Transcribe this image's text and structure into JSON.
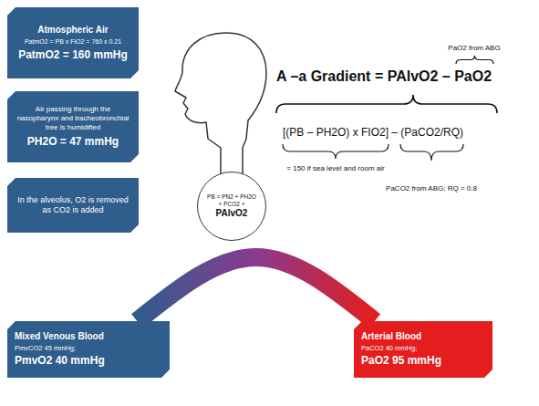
{
  "diagram": {
    "nodes": [
      {
        "text": [
          "Atmospheric Air",
          "PatmO2 = PB x FiO2 = 760 x 0.21",
          "PatmO2 = 160 mmHg"
        ]
      },
      {
        "text": [
          "Air passing through the nasopharynx and tracheobronchial tree is humidified",
          "PH2O = 47 mmHg"
        ]
      },
      {
        "text": [
          "In the alveolus, O2 is removed as CO2 is added"
        ]
      },
      {
        "text": [
          "PB = PN2 + PH2O + PCO2 +",
          "PAlvO2"
        ]
      },
      {
        "text": [
          "Mixed Venous Blood",
          "PmvCO2 45 mmHg;",
          "PmvO2 40 mmHg"
        ]
      },
      {
        "text": [
          "Arterial Blood",
          "PaCO2 40 mmHg;",
          "PaO2 95 mmHg"
        ]
      }
    ],
    "edges": [
      {
        "from": 4,
        "to": 5,
        "arrow": "none"
      }
    ],
    "labels": [
      "PaO2 from ABG",
      "A –a Gradient = PAlvO2 – PaO2",
      "[(PB – PH2O) x FIO2] – (PaCO2/RQ)",
      "= 150 if sea level and room air",
      "PaCO2 from ABG; RQ = 0.8"
    ]
  }
}
